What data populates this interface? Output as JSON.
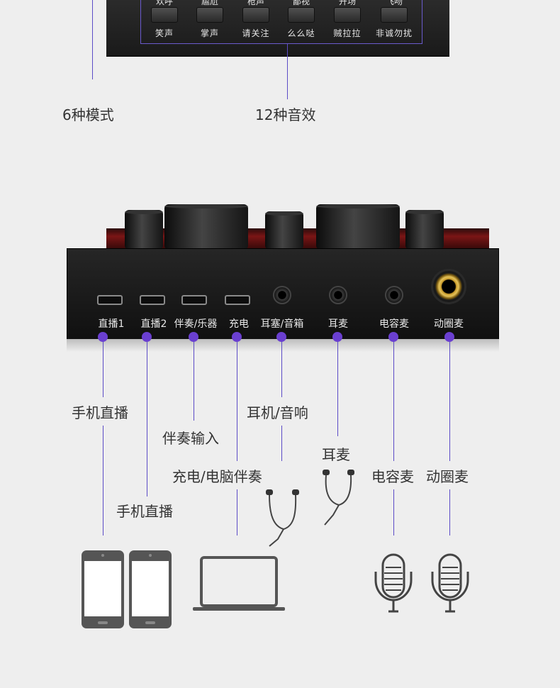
{
  "top_effects": [
    {
      "cap": "欢呼",
      "label": "笑声"
    },
    {
      "cap": "尴尬",
      "label": "掌声"
    },
    {
      "cap": "枪声",
      "label": "请关注"
    },
    {
      "cap": "鄙视",
      "label": "么么哒"
    },
    {
      "cap": "开场",
      "label": "贼拉拉"
    },
    {
      "cap": "飞吻",
      "label": "非诚勿扰"
    }
  ],
  "top_labels": {
    "modes": "6种模式",
    "effects": "12种音效"
  },
  "ports": [
    {
      "label": "直播1"
    },
    {
      "label": "直播2"
    },
    {
      "label": "伴奏/乐器"
    },
    {
      "label": "充电"
    },
    {
      "label": "耳塞/音箱"
    },
    {
      "label": "耳麦"
    },
    {
      "label": "电容麦"
    },
    {
      "label": "动圈麦"
    }
  ],
  "callouts": {
    "phone_live_1": "手机直播",
    "accompaniment_in": "伴奏输入",
    "charge_pc": "充电/电脑伴奏",
    "phone_live_2": "手机直播",
    "earphone_speaker": "耳机/音响",
    "headset": "耳麦",
    "condenser_mic": "电容麦",
    "dynamic_mic": "动圈麦"
  },
  "colors": {
    "accent": "#6a3fd0",
    "line": "#5b4bc7",
    "background": "#eeeeee"
  },
  "icons": [
    "phone-icon",
    "phone-icon",
    "laptop-icon",
    "earphone-icon",
    "earphone-icon",
    "microphone-icon",
    "microphone-icon"
  ]
}
